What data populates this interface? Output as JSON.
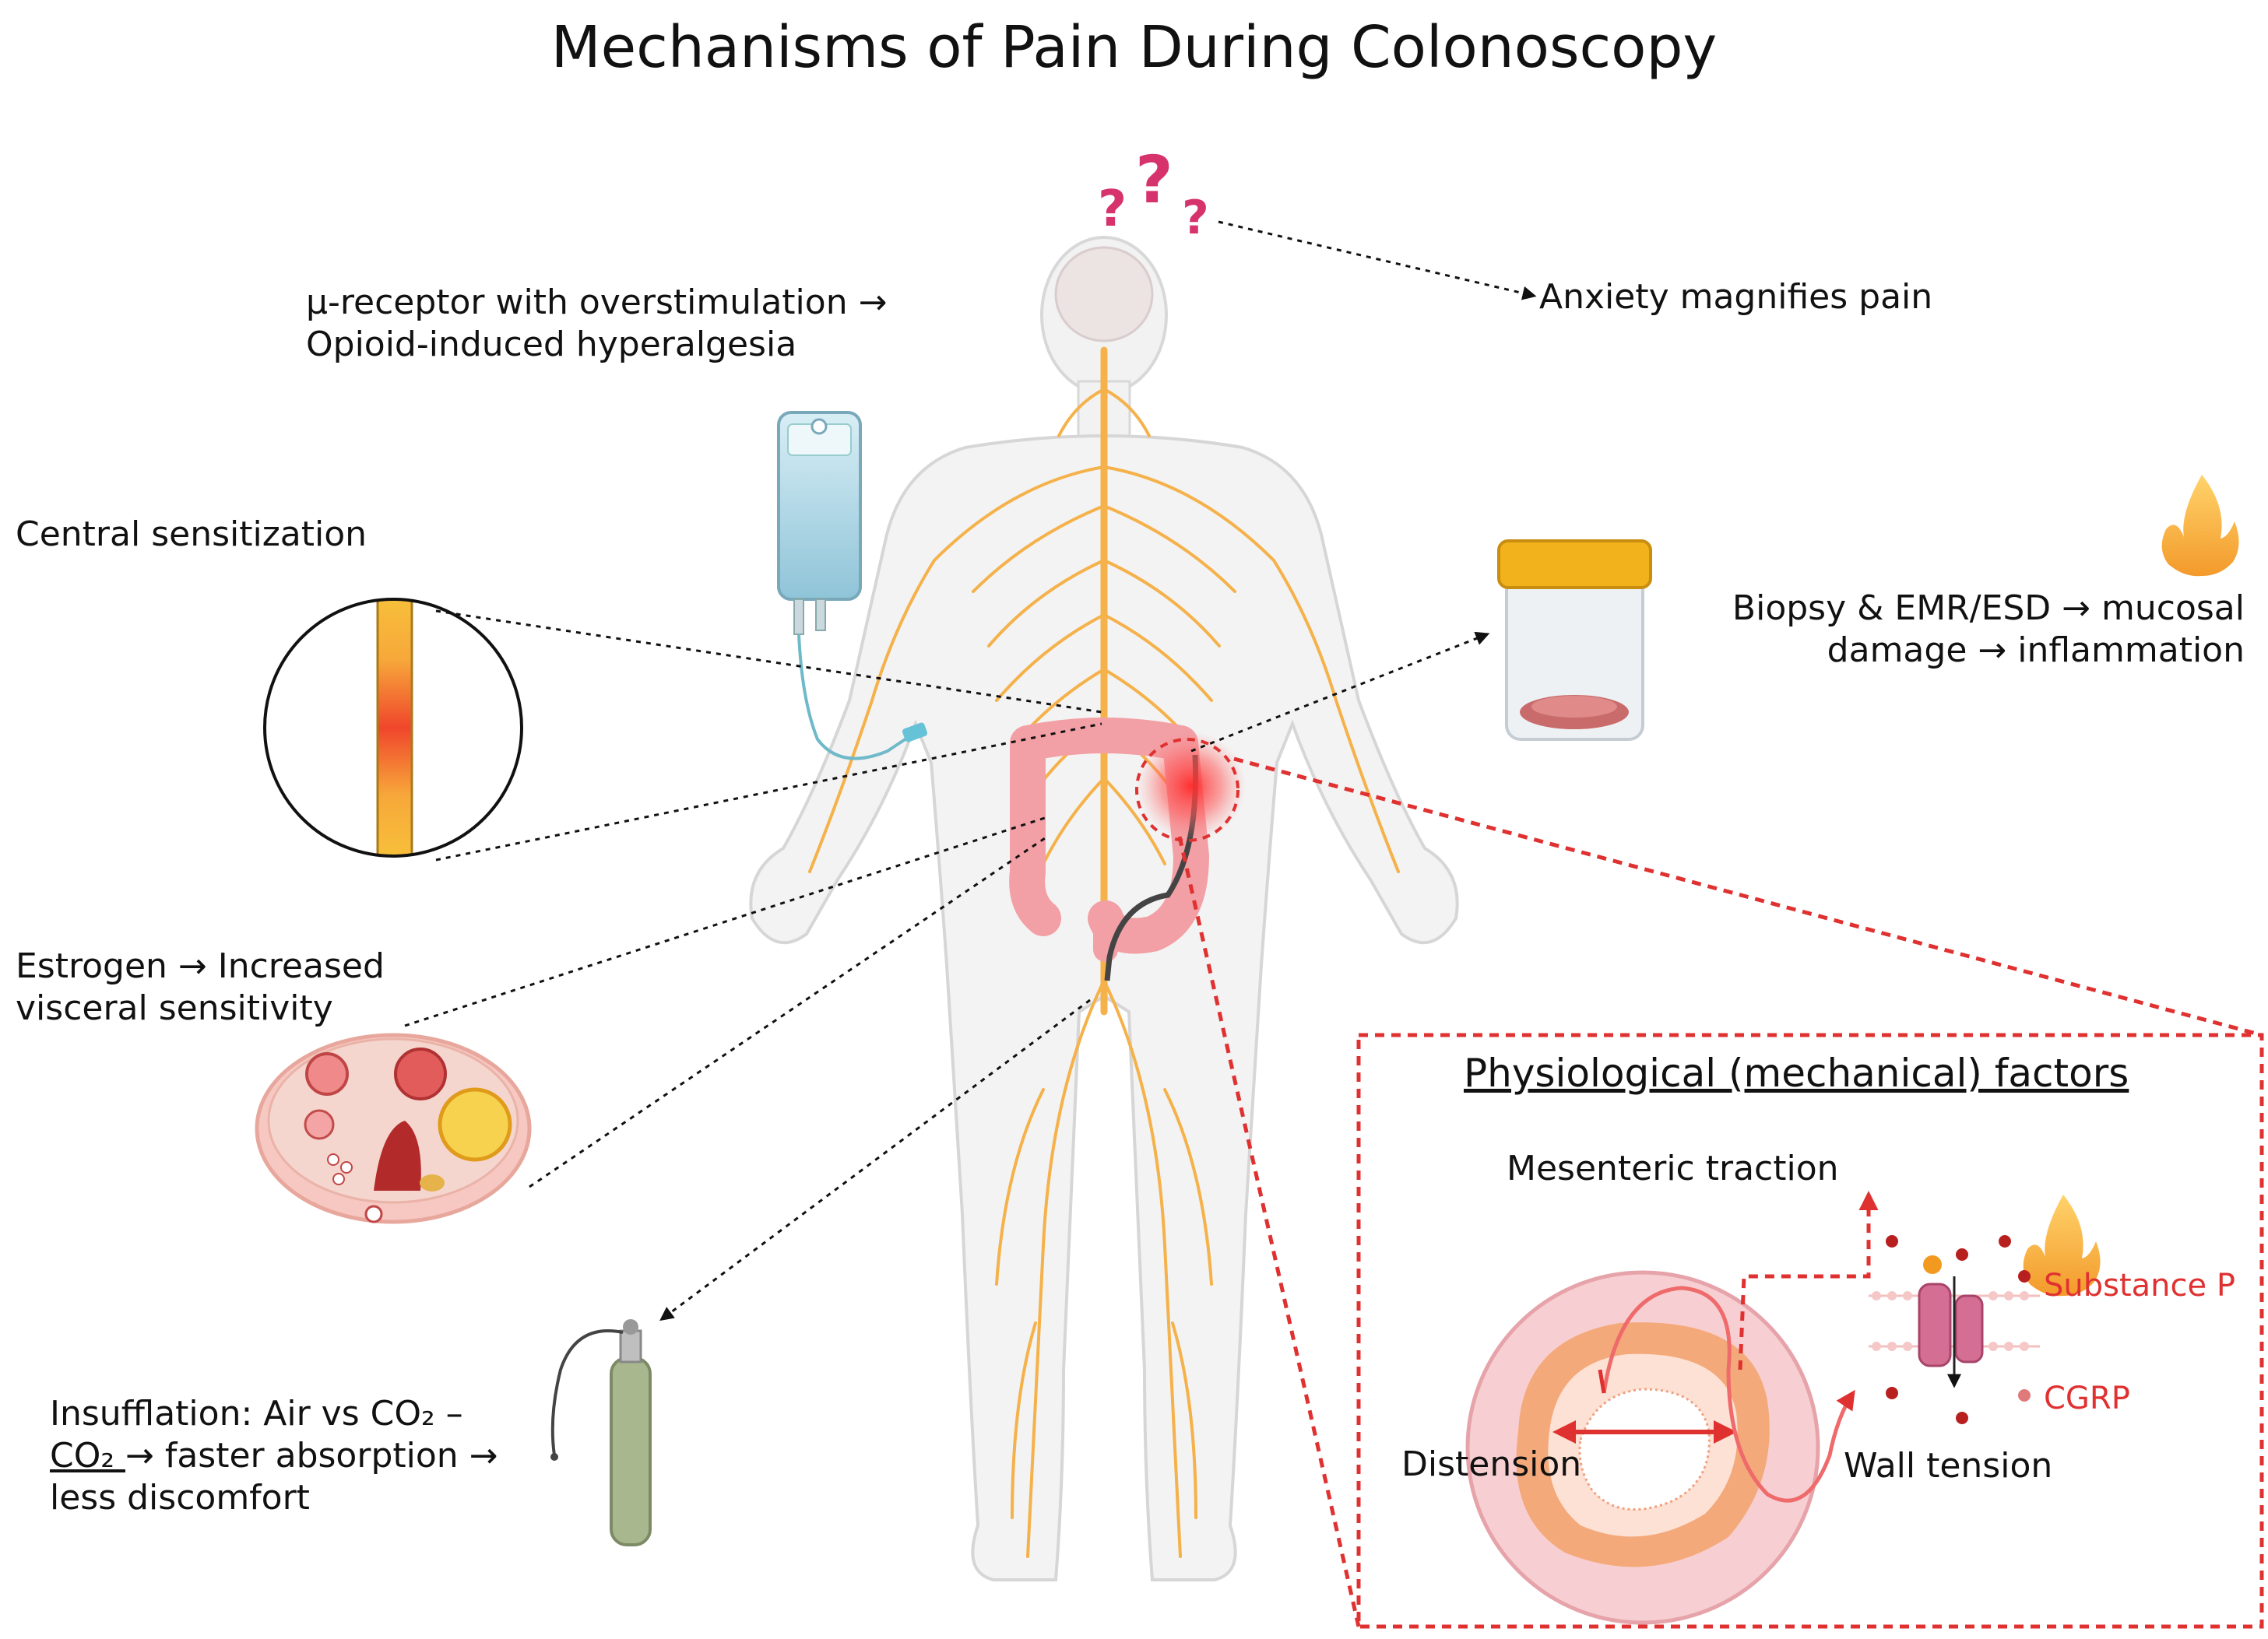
{
  "title": "Mechanisms of Pain During Colonoscopy",
  "labels": {
    "opioid_line1": "μ-receptor with overstimulation →",
    "opioid_line2": "Opioid-induced hyperalgesia",
    "anxiety": "Anxiety magnifies pain",
    "central": "Central sensitization",
    "biopsy_line1": "Biopsy & EMR/ESD → mucosal",
    "biopsy_line2": "damage → inflammation",
    "estrogen_line1": "Estrogen → Increased",
    "estrogen_line2": "visceral sensitivity",
    "insufflation_line1": "Insufflation: Air vs CO₂ –",
    "insufflation_line2_u": "CO₂ ",
    "insufflation_line2_rest": "→ faster absorption →",
    "insufflation_line3": "less discomfort"
  },
  "panel": {
    "title": "Physiological (mechanical) factors",
    "mesenteric": "Mesenteric traction",
    "distension": "Distension",
    "wall_tension": "Wall tension",
    "substance_p": "Substance P",
    "cgrp": "CGRP"
  },
  "colors": {
    "nerve": "#f5b14a",
    "body": "#f1f1f1",
    "colon": "#f2a0a5",
    "accent_red": "#e03131",
    "question": "#d6336c"
  }
}
